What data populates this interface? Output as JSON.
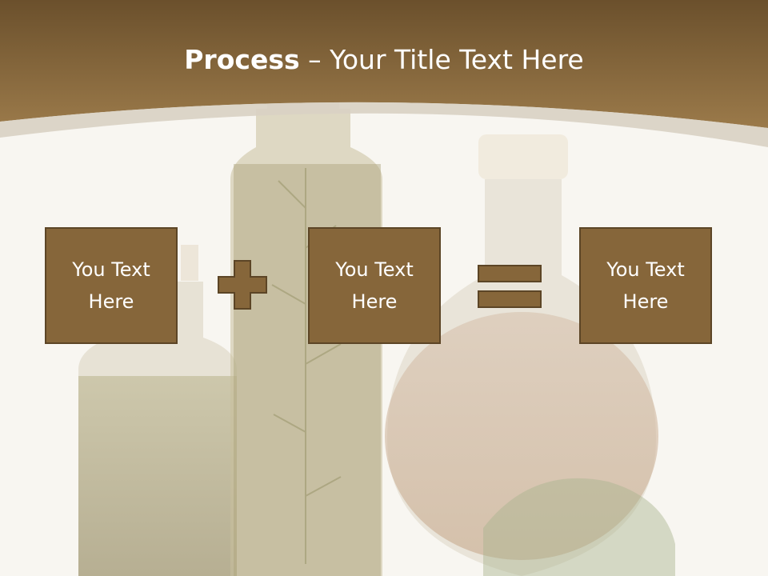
{
  "slide": {
    "title_bold": "Process",
    "title_rest": " – Your Title Text Here",
    "boxes": [
      {
        "label": "You Text Here"
      },
      {
        "label": "You Text Here"
      },
      {
        "label": "You Text Here"
      }
    ],
    "operators": [
      "plus-icon",
      "equals-icon"
    ]
  },
  "colors": {
    "header": "#7e6137",
    "box_fill": "#86663a",
    "box_border": "#5c4526",
    "background": "#f8f6f1"
  }
}
